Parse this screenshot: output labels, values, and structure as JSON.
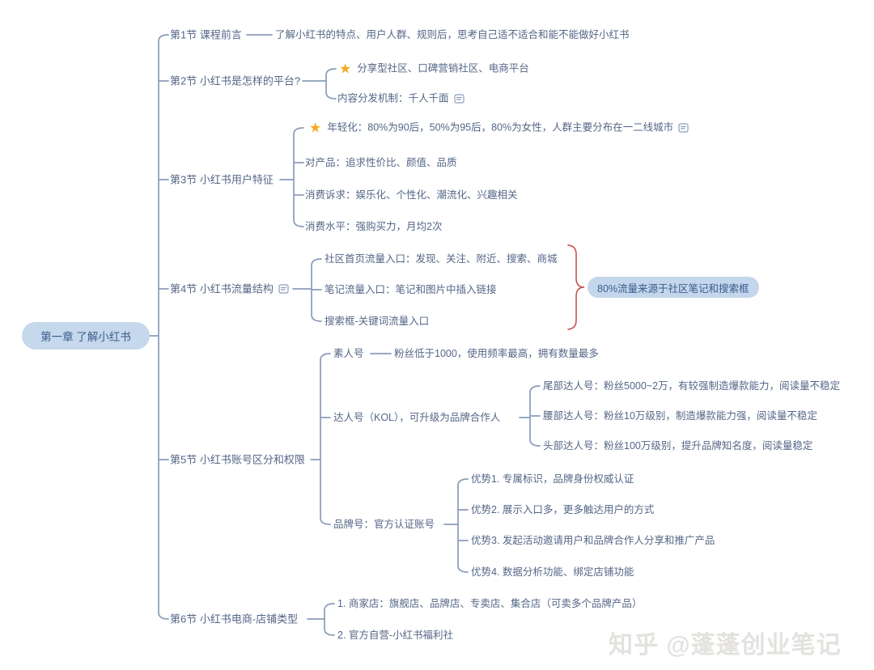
{
  "watermark": "知乎 @蓬蓬创业笔记",
  "colors": {
    "line": "#8b9cba",
    "text": "#546687",
    "star": "#f6a821",
    "brace": "#c64a4a",
    "highlight_bg": "#c3d6ec",
    "highlight_text": "#3c5c8c",
    "root_bg": "#c5d8ec"
  },
  "icons": {
    "star": "priority-star-icon",
    "note": "note-icon"
  },
  "root": {
    "label": "第一章 了解小红书"
  },
  "sections": [
    {
      "label": "第1节 课程前言",
      "children": [
        {
          "label": "了解小红书的特点、用户人群、规则后，思考自己适不适合和能不能做好小红书"
        }
      ]
    },
    {
      "label": "第2节 小红书是怎样的平台?",
      "children": [
        {
          "label": "分享型社区、口碑营销社区、电商平台"
        },
        {
          "label": "内容分发机制：千人千面"
        }
      ]
    },
    {
      "label": "第3节 小红书用户特征",
      "children": [
        {
          "label": "年轻化：80%为90后，50%为95后，80%为女性，人群主要分布在一二线城市"
        },
        {
          "label": "对产品：追求性价比、颜值、品质"
        },
        {
          "label": "消费诉求：娱乐化、个性化、潮流化、兴趣相关"
        },
        {
          "label": "消费水平：强购买力，月均2次"
        }
      ]
    },
    {
      "label": "第4节 小红书流量结构",
      "children": [
        {
          "label": "社区首页流量入口：发现、关注、附近、搜索、商城"
        },
        {
          "label": "笔记流量入口：笔记和图片中插入链接"
        },
        {
          "label": "搜索框-关键词流量入口"
        }
      ],
      "callout": "80%流量来源于社区笔记和搜索框"
    },
    {
      "label": "第5节 小红书账号区分和权限",
      "children": [
        {
          "label": "素人号",
          "children": [
            {
              "label": "粉丝低于1000，使用频率最高，拥有数量最多"
            }
          ]
        },
        {
          "label": "达人号（KOL），可升级为品牌合作人",
          "children": [
            {
              "label": "尾部达人号：粉丝5000~2万，有较强制造爆款能力，阅读量不稳定"
            },
            {
              "label": "腰部达人号：粉丝10万级别，制造爆款能力强，阅读量不稳定"
            },
            {
              "label": "头部达人号：粉丝100万级别，提升品牌知名度，阅读量稳定"
            }
          ]
        },
        {
          "label": "品牌号：官方认证账号",
          "children": [
            {
              "label": "优势1. 专属标识，品牌身份权威认证"
            },
            {
              "label": "优势2. 展示入口多，更多触达用户的方式"
            },
            {
              "label": "优势3. 发起活动邀请用户和品牌合作人分享和推广产品"
            },
            {
              "label": "优势4. 数据分析功能、绑定店铺功能"
            }
          ]
        }
      ]
    },
    {
      "label": "第6节 小红书电商-店铺类型",
      "children": [
        {
          "label": "1. 商家店：旗舰店、品牌店、专卖店、集合店（可卖多个品牌产品）"
        },
        {
          "label": "2. 官方自营-小红书福利社"
        }
      ]
    }
  ]
}
